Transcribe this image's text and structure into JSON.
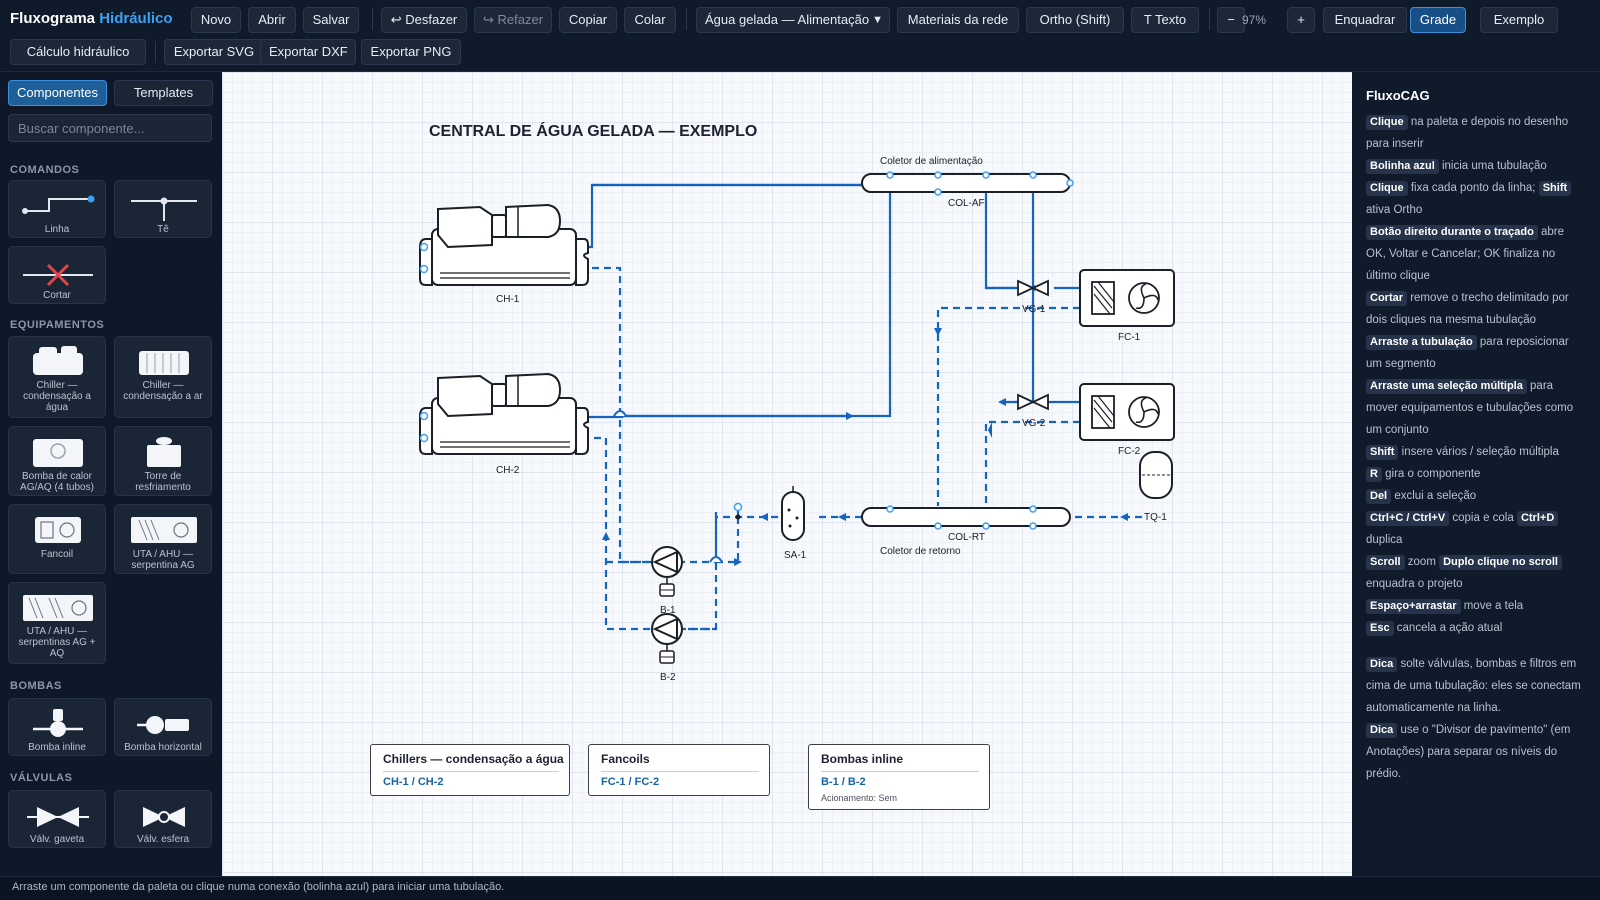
{
  "app": {
    "title_main": "Fluxograma",
    "title_accent": "Hidráulico"
  },
  "toolbar": {
    "novo": "Novo",
    "abrir": "Abrir",
    "salvar": "Salvar",
    "desfazer": "↩ Desfazer",
    "refazer": "↪ Refazer",
    "copiar": "Copiar",
    "colar": "Colar",
    "system_select": "Água gelada — Alimentação",
    "materiais": "Materiais da rede",
    "ortho": "Ortho (Shift)",
    "texto": "T Texto",
    "zoom_out": "−",
    "zoom_level": "97%",
    "zoom_in": "+",
    "enquadrar": "Enquadrar",
    "grade": "Grade",
    "exemplo": "Exemplo",
    "calculo": "Cálculo hidráulico",
    "export_svg": "Exportar SVG",
    "export_dxf": "Exportar DXF",
    "export_png": "Exportar PNG"
  },
  "sidebar": {
    "tab_componentes": "Componentes",
    "tab_templates": "Templates",
    "search_placeholder": "Buscar componente...",
    "sections": {
      "comandos": "COMANDOS",
      "equipamentos": "EQUIPAMENTOS",
      "bombas": "BOMBAS",
      "valvulas": "VÁLVULAS"
    },
    "items": {
      "linha": "Linha",
      "te": "Tê",
      "cortar": "Cortar",
      "chiller_agua": "Chiller — condensação a água",
      "chiller_ar": "Chiller — condensação a ar",
      "bomba_calor": "Bomba de calor AG/AQ (4 tubos)",
      "torre": "Torre de resfriamento",
      "fancoil": "Fancoil",
      "uta_ag": "UTA / AHU — serpentina AG",
      "uta_agaq": "UTA / AHU — serpentinas AG + AQ",
      "bomba_inline": "Bomba inline",
      "bomba_horizontal": "Bomba horizontal",
      "valv_gaveta": "Válv. gaveta",
      "valv_esfera": "Válv. esfera"
    }
  },
  "diagram": {
    "title": "CENTRAL DE ÁGUA GELADA — EXEMPLO",
    "labels": {
      "col_af_name": "Coletor de alimentação",
      "col_af": "COL-AF",
      "col_rt_name": "Coletor de retorno",
      "col_rt": "COL-RT",
      "ch1": "CH-1",
      "ch2": "CH-2",
      "fc1": "FC-1",
      "fc2": "FC-2",
      "vg1": "VG-1",
      "vg2": "VG-2",
      "sa1": "SA-1",
      "tq1": "TQ-1",
      "b1": "B-1",
      "b2": "B-2"
    },
    "legend": [
      {
        "title": "Chillers — condensação a água",
        "value": "CH-1 / CH-2",
        "note": ""
      },
      {
        "title": "Fancoils",
        "value": "FC-1 / FC-2",
        "note": ""
      },
      {
        "title": "Bombas inline",
        "value": "B-1 / B-2",
        "note": "Acionamento: Sem"
      }
    ],
    "colors": {
      "supply": "#1565c0",
      "return": "#1565c0",
      "equipment": "#1b1f26"
    }
  },
  "help": {
    "title": "FluxoCAG",
    "items": [
      {
        "k1": "Clique",
        "t1": " na paleta e depois no desenho para inserir"
      },
      {
        "k1": "Bolinha azul",
        "t1": " inicia uma tubulação"
      },
      {
        "k1": "Clique",
        "t1": " fixa cada ponto da linha; ",
        "k2": "Shift",
        "t2": " ativa Ortho"
      },
      {
        "k1": "Botão direito durante o traçado",
        "t1": " abre OK, Voltar e Cancelar; OK finaliza no último clique"
      },
      {
        "k1": "Cortar",
        "t1": " remove o trecho delimitado por dois cliques na mesma tubulação"
      },
      {
        "k1": "Arraste a tubulação",
        "t1": " para reposicionar um segmento"
      },
      {
        "k1": "Arraste uma seleção múltipla",
        "t1": " para mover equipamentos e tubulações como um conjunto"
      },
      {
        "k1": "Shift",
        "t1": " insere vários / seleção múltipla"
      },
      {
        "k1": "R",
        "t1": " gira o componente"
      },
      {
        "k1": "Del",
        "t1": " exclui a seleção"
      },
      {
        "k1": "Ctrl+C / Ctrl+V",
        "t1": " copia e cola ",
        "k2": "Ctrl+D",
        "t2": " duplica"
      },
      {
        "k1": "Scroll",
        "t1": " zoom ",
        "k2": "Duplo clique no scroll",
        "t2": " enquadra o projeto"
      },
      {
        "k1": "Espaço+arrastar",
        "t1": " move a tela"
      },
      {
        "k1": "Esc",
        "t1": " cancela a ação atual"
      }
    ],
    "tips": [
      {
        "k1": "Dica",
        "t1": " solte válvulas, bombas e filtros em cima de uma tubulação: eles se conectam automaticamente na linha."
      },
      {
        "k1": "Dica",
        "t1": " use o \"Divisor de pavimento\" (em Anotações) para separar os níveis do prédio."
      }
    ]
  },
  "status": "Arraste um componente da paleta ou clique numa conexão (bolinha azul) para iniciar uma tubulação."
}
